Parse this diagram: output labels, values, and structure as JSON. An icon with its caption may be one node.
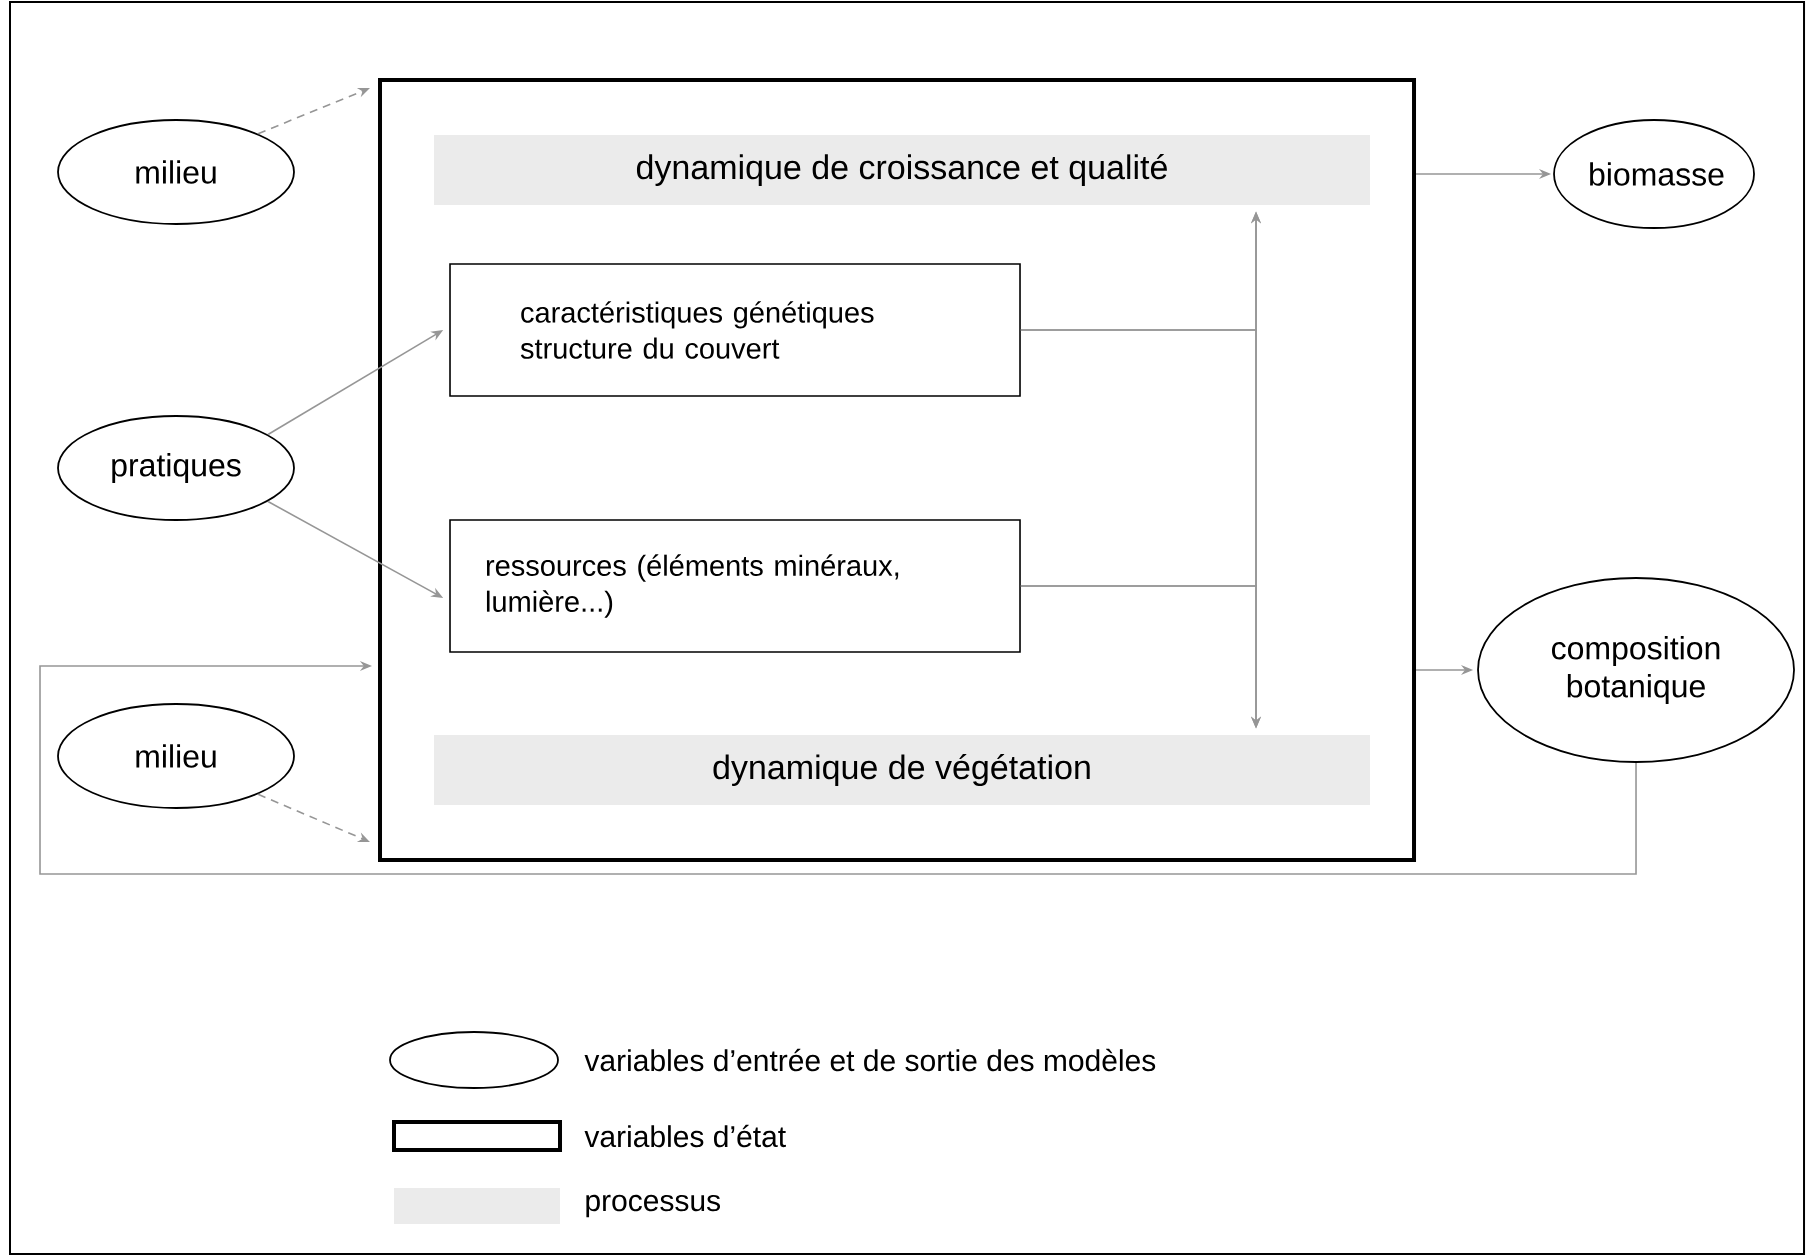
{
  "diagram": {
    "nodes": [
      {
        "text": [
          "milieu"
        ]
      },
      {
        "text": [],
        "shape": "box"
      },
      {
        "text": [
          "dynamique de croissance et qualité"
        ],
        "in": 1
      },
      {
        "text": [
          "caractéristiques génétiques structure du couvert"
        ],
        "in": 1
      },
      {
        "text": [
          "ressources (éléments minéraux, lumière...)"
        ],
        "in": 1
      },
      {
        "text": [
          "dynamique de végétation"
        ],
        "in": 1
      },
      {
        "text": [
          "biomasse"
        ]
      },
      {
        "text": [
          "pratiques"
        ]
      },
      {
        "text": [
          "composition botanique"
        ]
      },
      {
        "text": [
          "milieu"
        ]
      }
    ],
    "edges": [
      {
        "from": 0,
        "to": 1,
        "arrow": "to",
        "style": "dashed"
      },
      {
        "from": 7,
        "to": 3,
        "arrow": "to"
      },
      {
        "from": 7,
        "to": 4,
        "arrow": "to"
      },
      {
        "from": 9,
        "to": 1,
        "arrow": "to",
        "style": "dashed"
      },
      {
        "from": 1,
        "to": 6,
        "arrow": "to"
      },
      {
        "from": 1,
        "to": 8,
        "arrow": "to"
      },
      {
        "from": 8,
        "to": 1,
        "arrow": "to"
      },
      {
        "from": 3,
        "to": 2,
        "arrow": "to"
      },
      {
        "from": 3,
        "to": 5,
        "arrow": "to"
      },
      {
        "from": 4,
        "to": 2,
        "arrow": "to"
      },
      {
        "from": 4,
        "to": 5,
        "arrow": "to"
      }
    ],
    "legend": [
      {
        "text": "variables d’entrée et de sortie des modèles"
      },
      {
        "text": "variables d’état"
      },
      {
        "text": "processus",
        "color": "#ebebeb"
      }
    ]
  }
}
